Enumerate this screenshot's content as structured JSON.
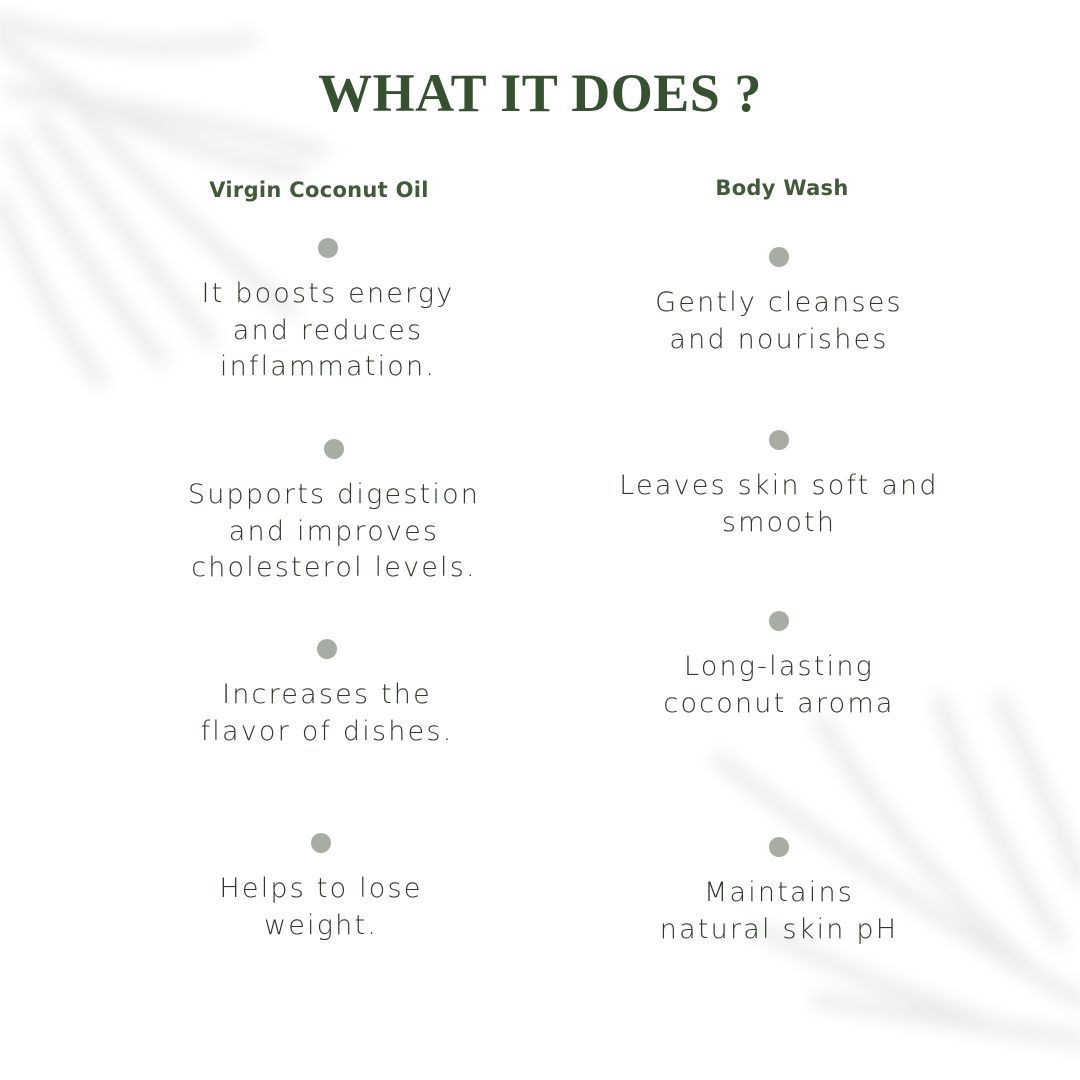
{
  "title": "WHAT IT DOES ?",
  "colors": {
    "title": "#36512f",
    "heading": "#415a37",
    "text": "#2c3a2a",
    "bullet": "#a8ada4",
    "background": "#ffffff"
  },
  "columns": [
    {
      "heading": "Virgin Coconut Oil",
      "items": [
        {
          "text": "It boosts energy\nand reduces\ninflammation."
        },
        {
          "text": "Supports digestion\nand improves\ncholesterol levels."
        },
        {
          "text": "Increases the\nflavor of dishes."
        },
        {
          "text": "Helps to lose\nweight."
        }
      ]
    },
    {
      "heading": "Body Wash",
      "items": [
        {
          "text": "Gently cleanses\nand nourishes"
        },
        {
          "text": "Leaves skin soft and\nsmooth"
        },
        {
          "text": "Long-lasting\ncoconut aroma"
        },
        {
          "text": "Maintains\nnatural skin pH"
        }
      ]
    }
  ]
}
